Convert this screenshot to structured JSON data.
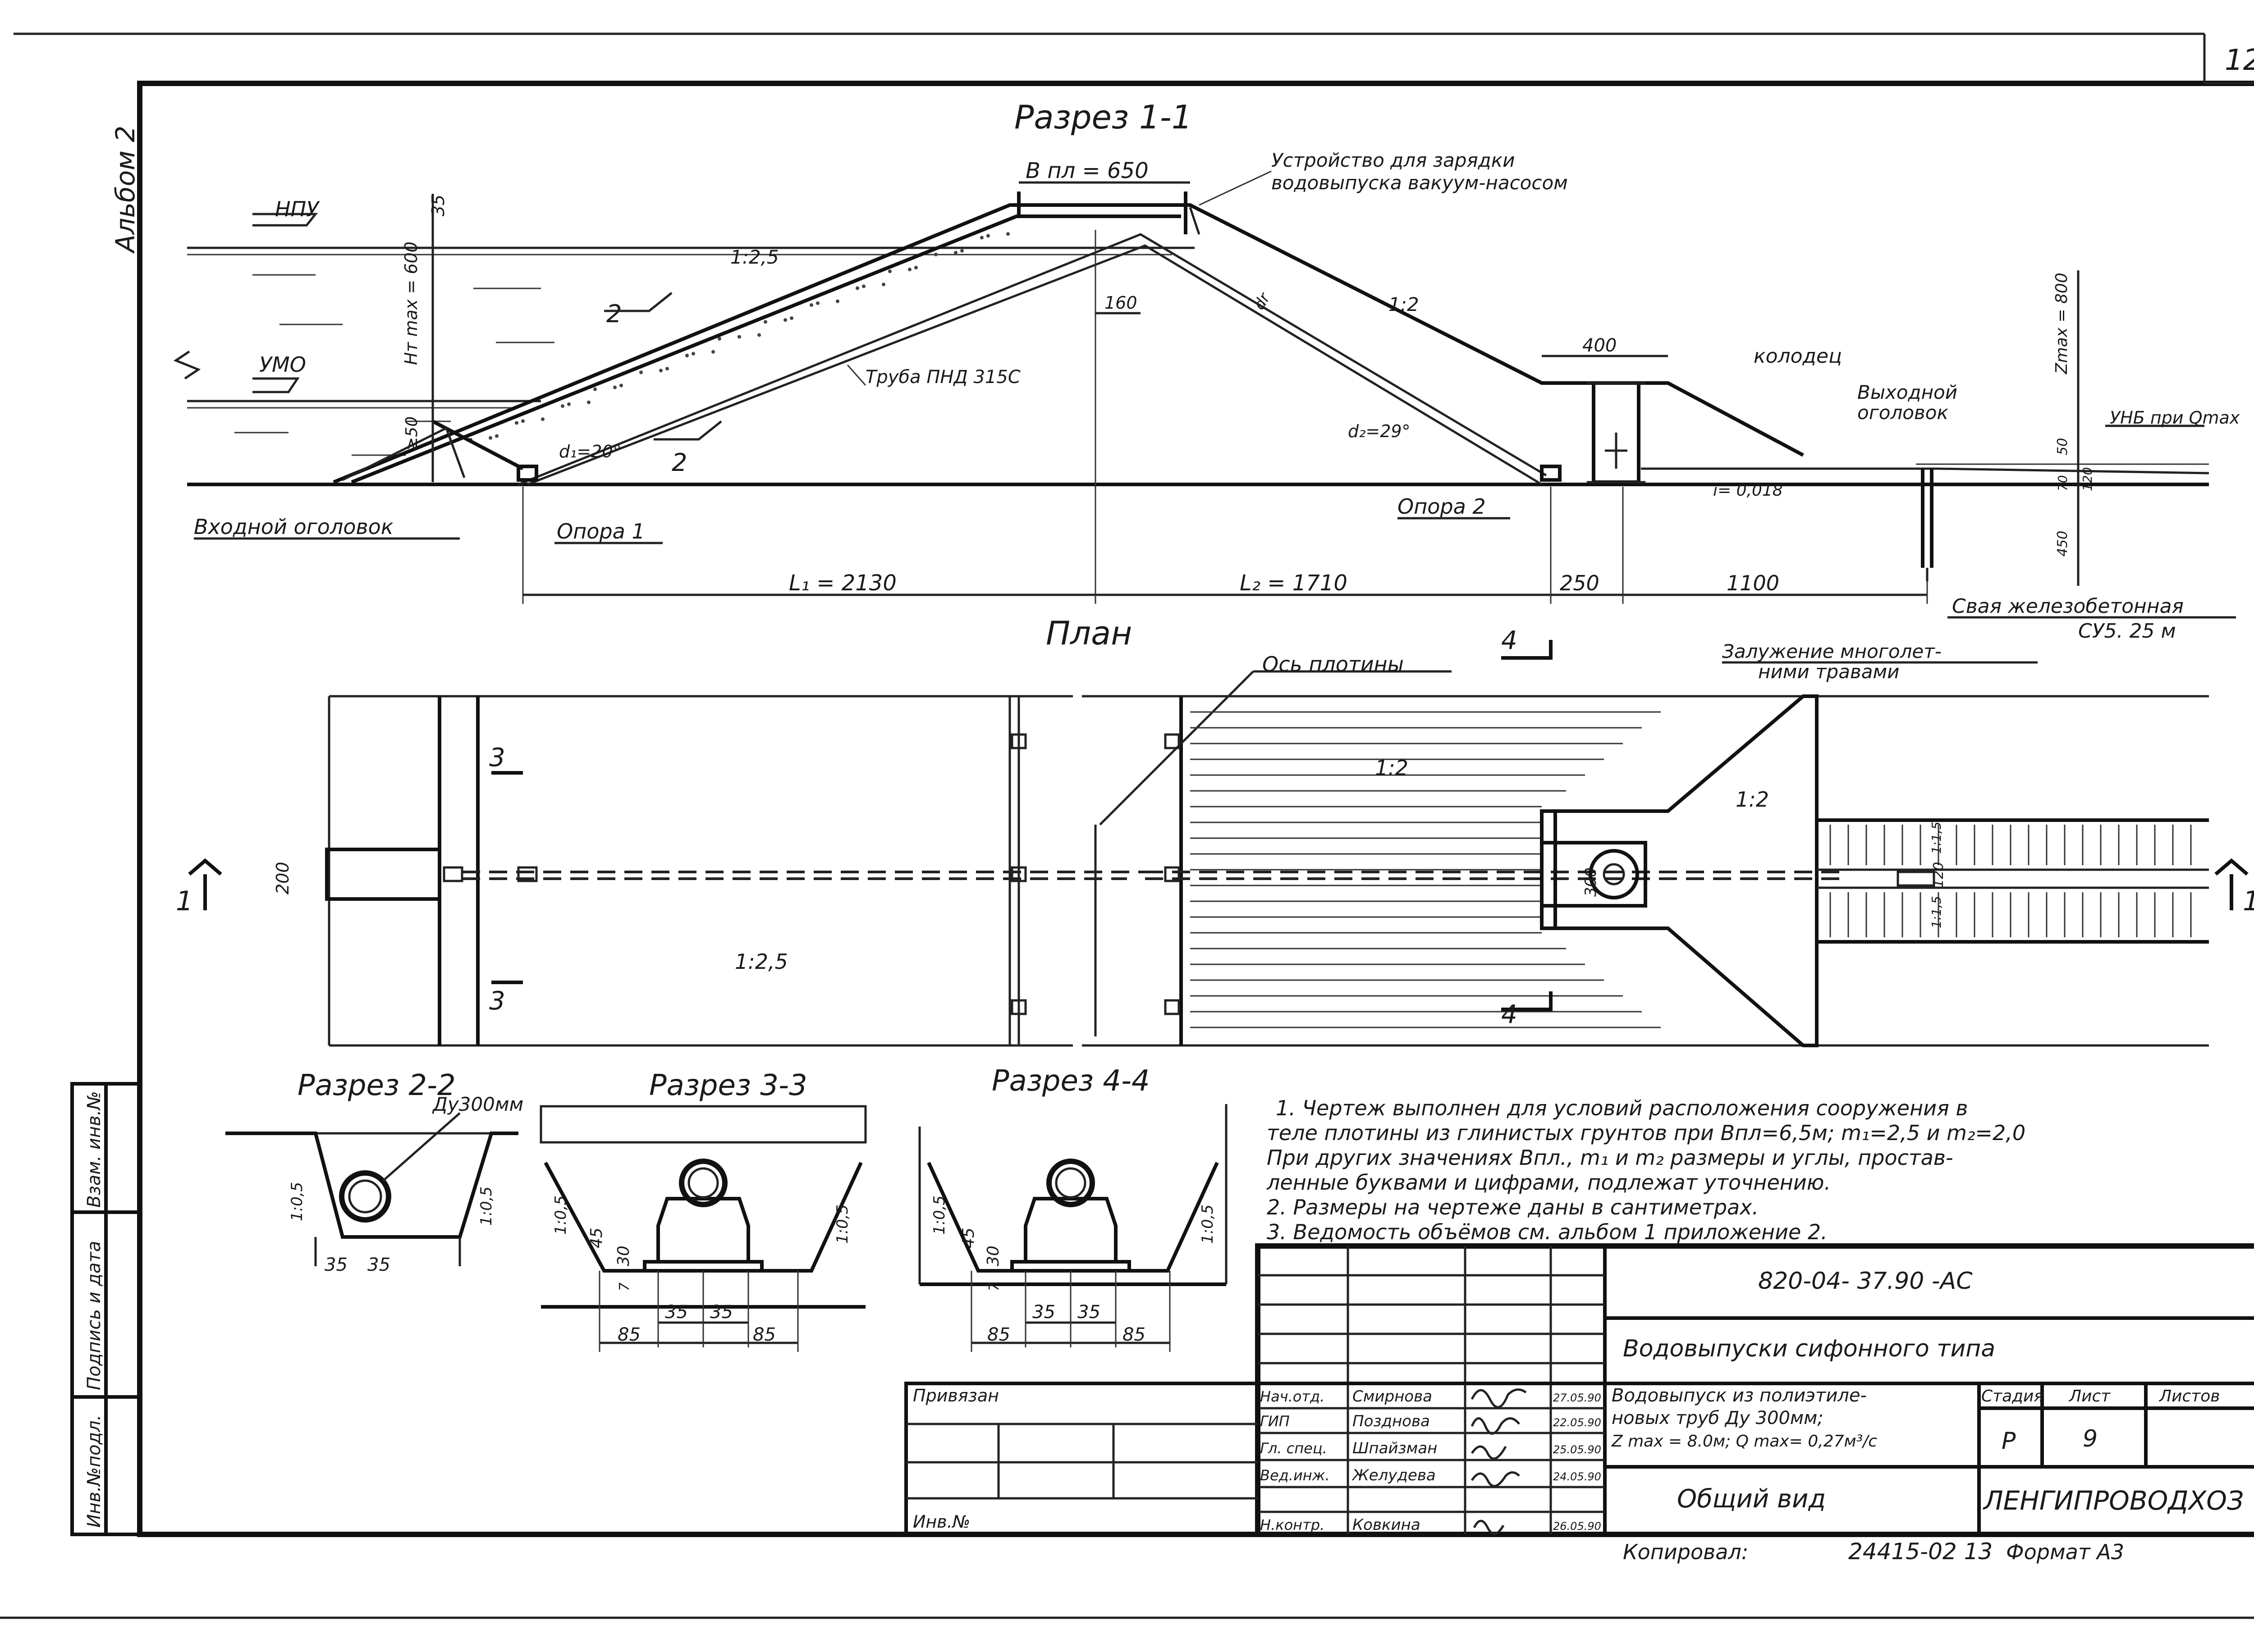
{
  "sheet": {
    "number": "12",
    "album": "Альбом 2"
  },
  "section_1_1": {
    "title": "Разрез 1-1",
    "crest_width": "В пл = 650",
    "device_label_line1": "Устройство для зарядки",
    "device_label_line2": "водовыпуска вакуум-насосом",
    "npu": "НПУ",
    "umo": "УМО",
    "dim_35": "35",
    "h_max": "Нт max = 600",
    "dim_50_left": "≥50",
    "slope_up": "1:2,5",
    "slope_down": "1:2",
    "pipe_label": "Труба ПНД 315С",
    "dim_160": "160",
    "d1": "d₁=20°",
    "d2": "d₂=29°",
    "df": "dr",
    "well_width": "400",
    "well_label": "колодец",
    "outlet_line1": "Выходной",
    "outlet_line2": "оголовок",
    "z_max": "Zmax = 800",
    "unb": "УНБ при Qmax",
    "dim_50_right": "50",
    "dim_70": "70",
    "dim_120": "120",
    "dim_450": "450",
    "slope_i": "i= 0,018",
    "inlet_head": "Входной оголовок",
    "support_1": "Опора 1",
    "support_2": "Опора 2",
    "l1": "L₁ = 2130",
    "l2": "L₂ = 1710",
    "dim_250": "250",
    "dim_1100": "1100",
    "pile_line1": "Свая железобетонная",
    "pile_line2": "СУ5. 25 м",
    "cut_2": "2"
  },
  "plan": {
    "title": "План",
    "dam_axis": "Ось плотины",
    "grassing_line1": "Залужение многолет-",
    "grassing_line2": "ними травами",
    "slope_1_2_a": "1:2",
    "slope_1_2_b": "1:2",
    "slope_1_2_5": "1:2,5",
    "dim_200": "200",
    "dim_300": "300",
    "dim_120": "120",
    "slope_15_a": "1:1,5",
    "slope_15_b": "1:1,5",
    "cut_1": "1",
    "cut_3": "3",
    "cut_4": "4"
  },
  "section_2_2": {
    "title": "Разрез 2-2",
    "pipe": "Ду300мм",
    "slope_l": "1:0,5",
    "slope_r": "1:0,5",
    "d1": "35",
    "d2": "35"
  },
  "section_3_3": {
    "title": "Разрез 3-3",
    "slope_l": "1:0,5",
    "slope_r": "1:0,5",
    "h1": "45",
    "h2": "30",
    "h3": "7",
    "w1": "35",
    "w2": "35",
    "w3": "85",
    "w4": "85"
  },
  "section_4_4": {
    "title": "Разрез 4-4",
    "slope_l": "1:0,5",
    "slope_r": "1:0,5",
    "h1": "45",
    "h2": "30",
    "h3": "7",
    "w1": "35",
    "w2": "35",
    "w3": "85",
    "w4": "85"
  },
  "notes": {
    "line1": "1. Чертеж выполнен для условий расположения сооружения в",
    "line2": "теле плотины из глинистых грунтов при Впл=6,5м; m₁=2,5 и m₂=2,0",
    "line3": "При других значениях Впл., m₁ и m₂ размеры и углы, простав-",
    "line4": "ленные буквами и цифрами, подлежат уточнению.",
    "line5": "2. Размеры на чертеже даны в сантиметрах.",
    "line6": "3. Ведомость объёмов см. альбом 1 приложение 2."
  },
  "title_block": {
    "doc_code": "820-04- 37.90 -АС",
    "doc_title": "Водовыпуски сифонного типа",
    "desc_line1": "Водовыпуск из полиэтиле-",
    "desc_line2": "новых труб Ду 300мм;",
    "desc_line3": "Z max = 8.0м; Q max= 0,27м³/с",
    "sheet_name": "Общий вид",
    "org": "ЛЕНГИПРОВОДХОЗ",
    "stage_header": "Стадия",
    "sheet_header": "Лист",
    "sheets_header": "Листов",
    "stage": "Р",
    "sheet": "9",
    "attached": "Привязан",
    "inv_no": "Инв.№",
    "roles": [
      "Нач.отд.",
      "ГИП",
      "Гл. спец.",
      "Вед.инж.",
      "Н.контр."
    ],
    "names": [
      "Смирнова",
      "Позднова",
      "Шпайзман",
      "Желудева",
      "Ковкина"
    ],
    "dates": [
      "27.05.90",
      "22.05.90",
      "25.05.90",
      "24.05.90",
      "26.05.90"
    ],
    "copied": "Копировал:",
    "copy_no": "24415-02 13",
    "format": "Формат А3"
  },
  "side_stamp": {
    "inv_orig": "Инв.№подл.",
    "sign_date": "Подпись и дата",
    "replace_inv": "Взам. инв.№"
  }
}
